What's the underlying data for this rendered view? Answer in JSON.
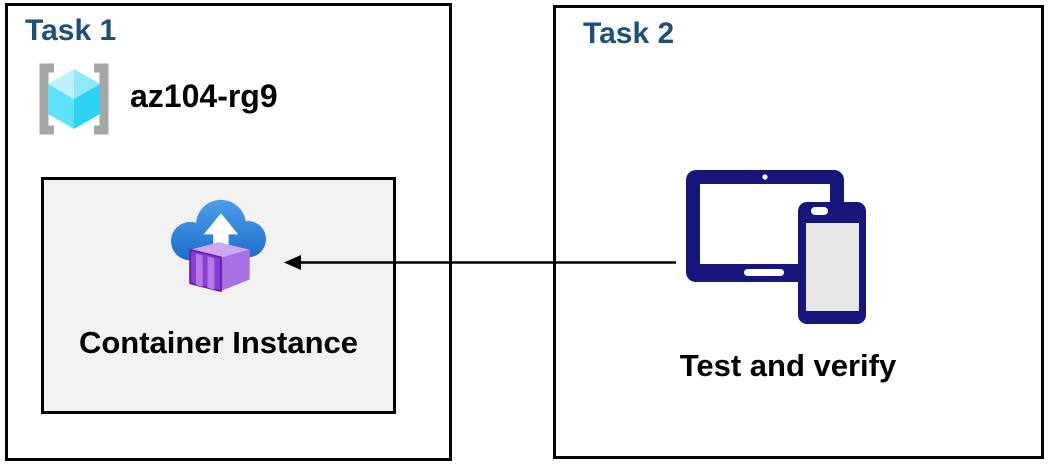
{
  "task1": {
    "title": "Task 1",
    "resource_group": {
      "name": "az104-rg9",
      "icon": "resource-group-icon"
    },
    "container_instance": {
      "label": "Container Instance",
      "icon": "container-instance-icon"
    }
  },
  "task2": {
    "title": "Task 2",
    "caption": "Test and verify",
    "icon": "devices-icon"
  },
  "connector": {
    "type": "arrow",
    "from": "task2-devices",
    "to": "container-instance"
  },
  "colors": {
    "task_title": "#1F4E79",
    "box_border": "#000000",
    "container_box_bg": "#F2F2F2",
    "text": "#000000",
    "arrow": "#000000",
    "device_navy": "#15157B",
    "cloud_blue_top": "#4B9FE8",
    "cloud_blue_bottom": "#1E6DCC",
    "container_purple_front": "#8A3FD1",
    "container_purple_side": "#A96FE5",
    "container_purple_top": "#CDA6F4",
    "container_stripe": "#B678E8",
    "cube_top_light": "#BDF1FD",
    "cube_top_dark": "#8FE9FB",
    "cube_left": "#5CE2F9",
    "cube_right": "#2ED2F4",
    "bracket_gray": "#A6A6A6"
  }
}
